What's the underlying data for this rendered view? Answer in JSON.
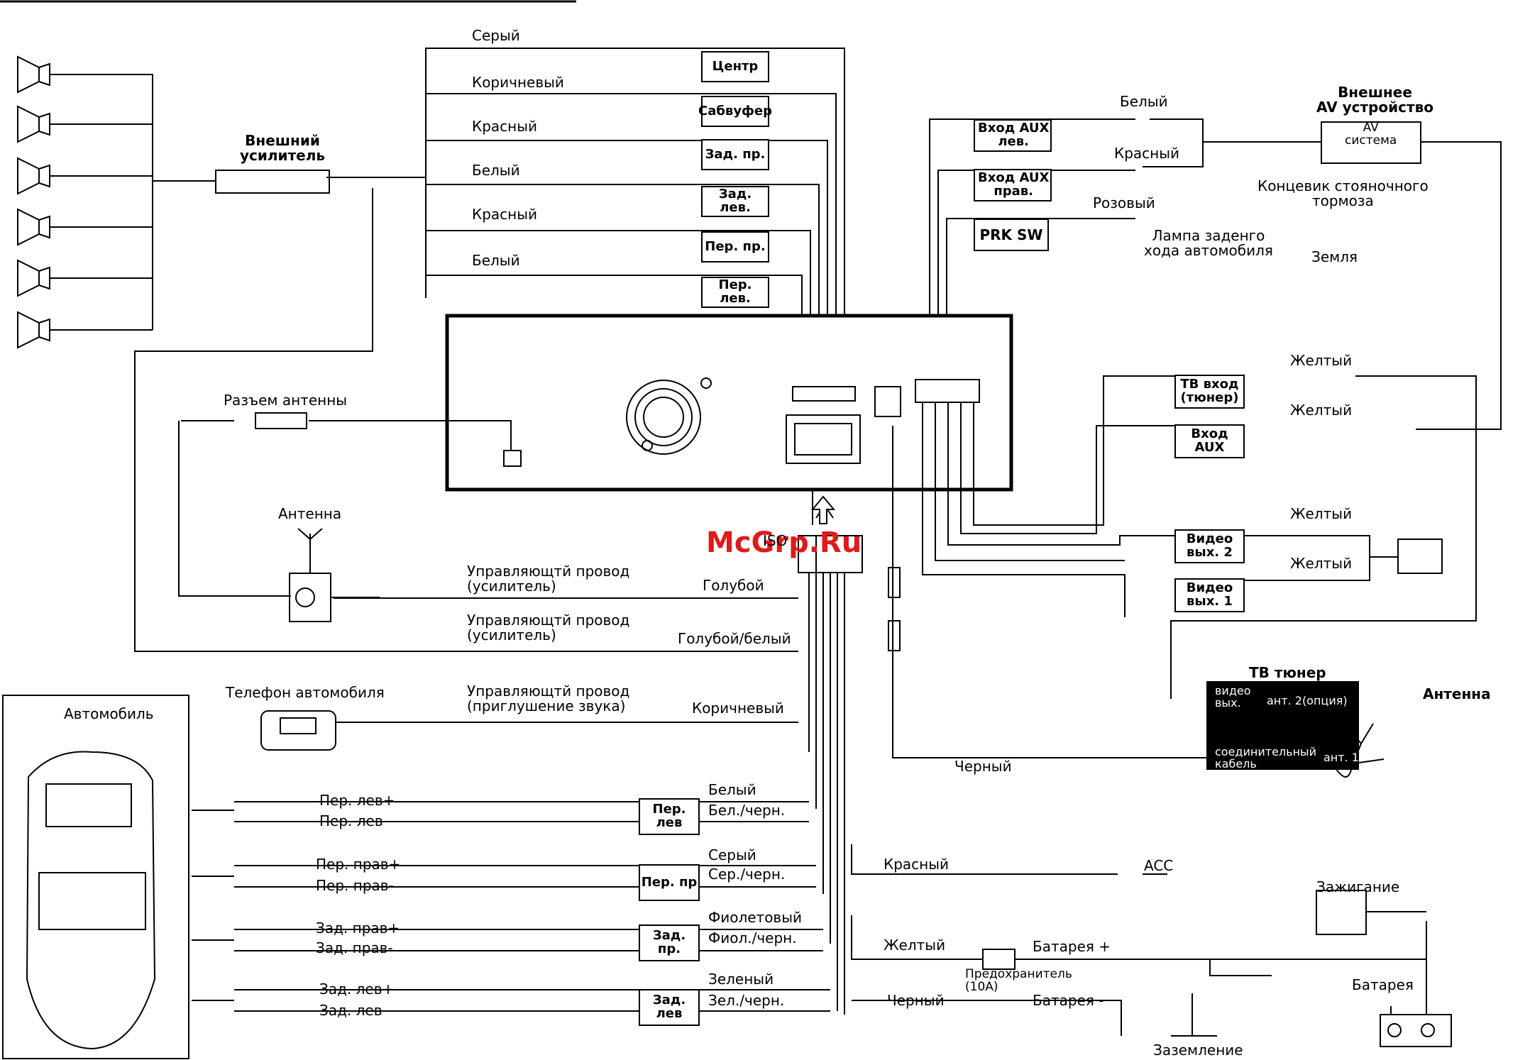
{
  "watermark": "McGrp.Ru",
  "output_wires": [
    {
      "color_label": "Серый",
      "function": "Центр"
    },
    {
      "color_label": "Коричневый",
      "function": "Сабвуфер"
    },
    {
      "color_label": "Красный",
      "function": "Зад. пр."
    },
    {
      "color_label": "Белый",
      "function": "Зад. лев."
    },
    {
      "color_label": "Красный",
      "function": "Пер. пр."
    },
    {
      "color_label": "Белый",
      "function": "Пер. лев."
    }
  ],
  "amplifier": {
    "label": "Внешний\nусилитель"
  },
  "antenna_connector": {
    "label": "Разъем антенны"
  },
  "antenna": {
    "label": "Антенна"
  },
  "aux_inputs": [
    {
      "box": "Вход AUX\nлев.",
      "wire": "Белый"
    },
    {
      "box": "Вход AUX\nправ.",
      "wire": "Красный"
    }
  ],
  "prk": {
    "box": "PRK SW",
    "wire": "Розовый",
    "lamp": "Лампа заденго\nхода автомобиля",
    "switch": "Концевик стояночного\nтормоза",
    "ground": "Земля"
  },
  "external_av": {
    "label": "Внешнее\nAV устройство",
    "device": "AV\nсистема"
  },
  "video": [
    {
      "box": "ТВ вход\n(тюнер)",
      "wire": "Желтый"
    },
    {
      "box": "Вход\nAUX",
      "wire": "Желтый"
    },
    {
      "box": "Видео\nвых. 2",
      "wire": "Желтый"
    },
    {
      "box": "Видео\nвых. 1",
      "wire": "Желтый"
    }
  ],
  "iso_label": "ISO",
  "control_wires": [
    {
      "desc": "Управляющтй провод\n(усилитель)",
      "color": "Голубой"
    },
    {
      "desc": "Управляющтй провод\n(усилитель)",
      "color": "Голубой/белый"
    },
    {
      "desc": "Управляющтй провод\n(приглушение звука)",
      "color": "Коричневый"
    }
  ],
  "phone": {
    "label": "Телефон автомобиля"
  },
  "car": {
    "label": "Автомобиль"
  },
  "speakers": [
    {
      "plus": "Пер. лев+",
      "minus": "Пер. лев-",
      "box": "Пер. лев",
      "c1": "Белый",
      "c2": "Бел./черн."
    },
    {
      "plus": "Пер. прав+",
      "minus": "Пер. прав-",
      "box": "Пер. пр",
      "c1": "Серый",
      "c2": "Сер./черн."
    },
    {
      "plus": "Зад. прав+",
      "minus": "Зад. прав-",
      "box": "Зад. пр.",
      "c1": "Фиолетовый",
      "c2": "Фиол./черн."
    },
    {
      "plus": "Зад. лев+",
      "minus": "Зад. лев-",
      "box": "Зад. лев",
      "c1": "Зеленый",
      "c2": "Зел./черн."
    }
  ],
  "tuner": {
    "title": "ТВ тюнер",
    "video_out": "видео\nвых.",
    "ant2": "ант. 2(опция)",
    "cable": "соединительный\nкабель",
    "ant1": "ант. 1",
    "antenna": "Антенна",
    "black_wire": "Черный"
  },
  "power": {
    "red": "Красный",
    "acc": "ACC",
    "ignition": "Зажигание",
    "yellow": "Желтый",
    "fuse": "Предохранитель\n(10A)",
    "bat_plus": "Батарея +",
    "black": "Черный",
    "bat_minus": "Батарея -",
    "ground": "Заземление",
    "battery": "Батарея"
  }
}
